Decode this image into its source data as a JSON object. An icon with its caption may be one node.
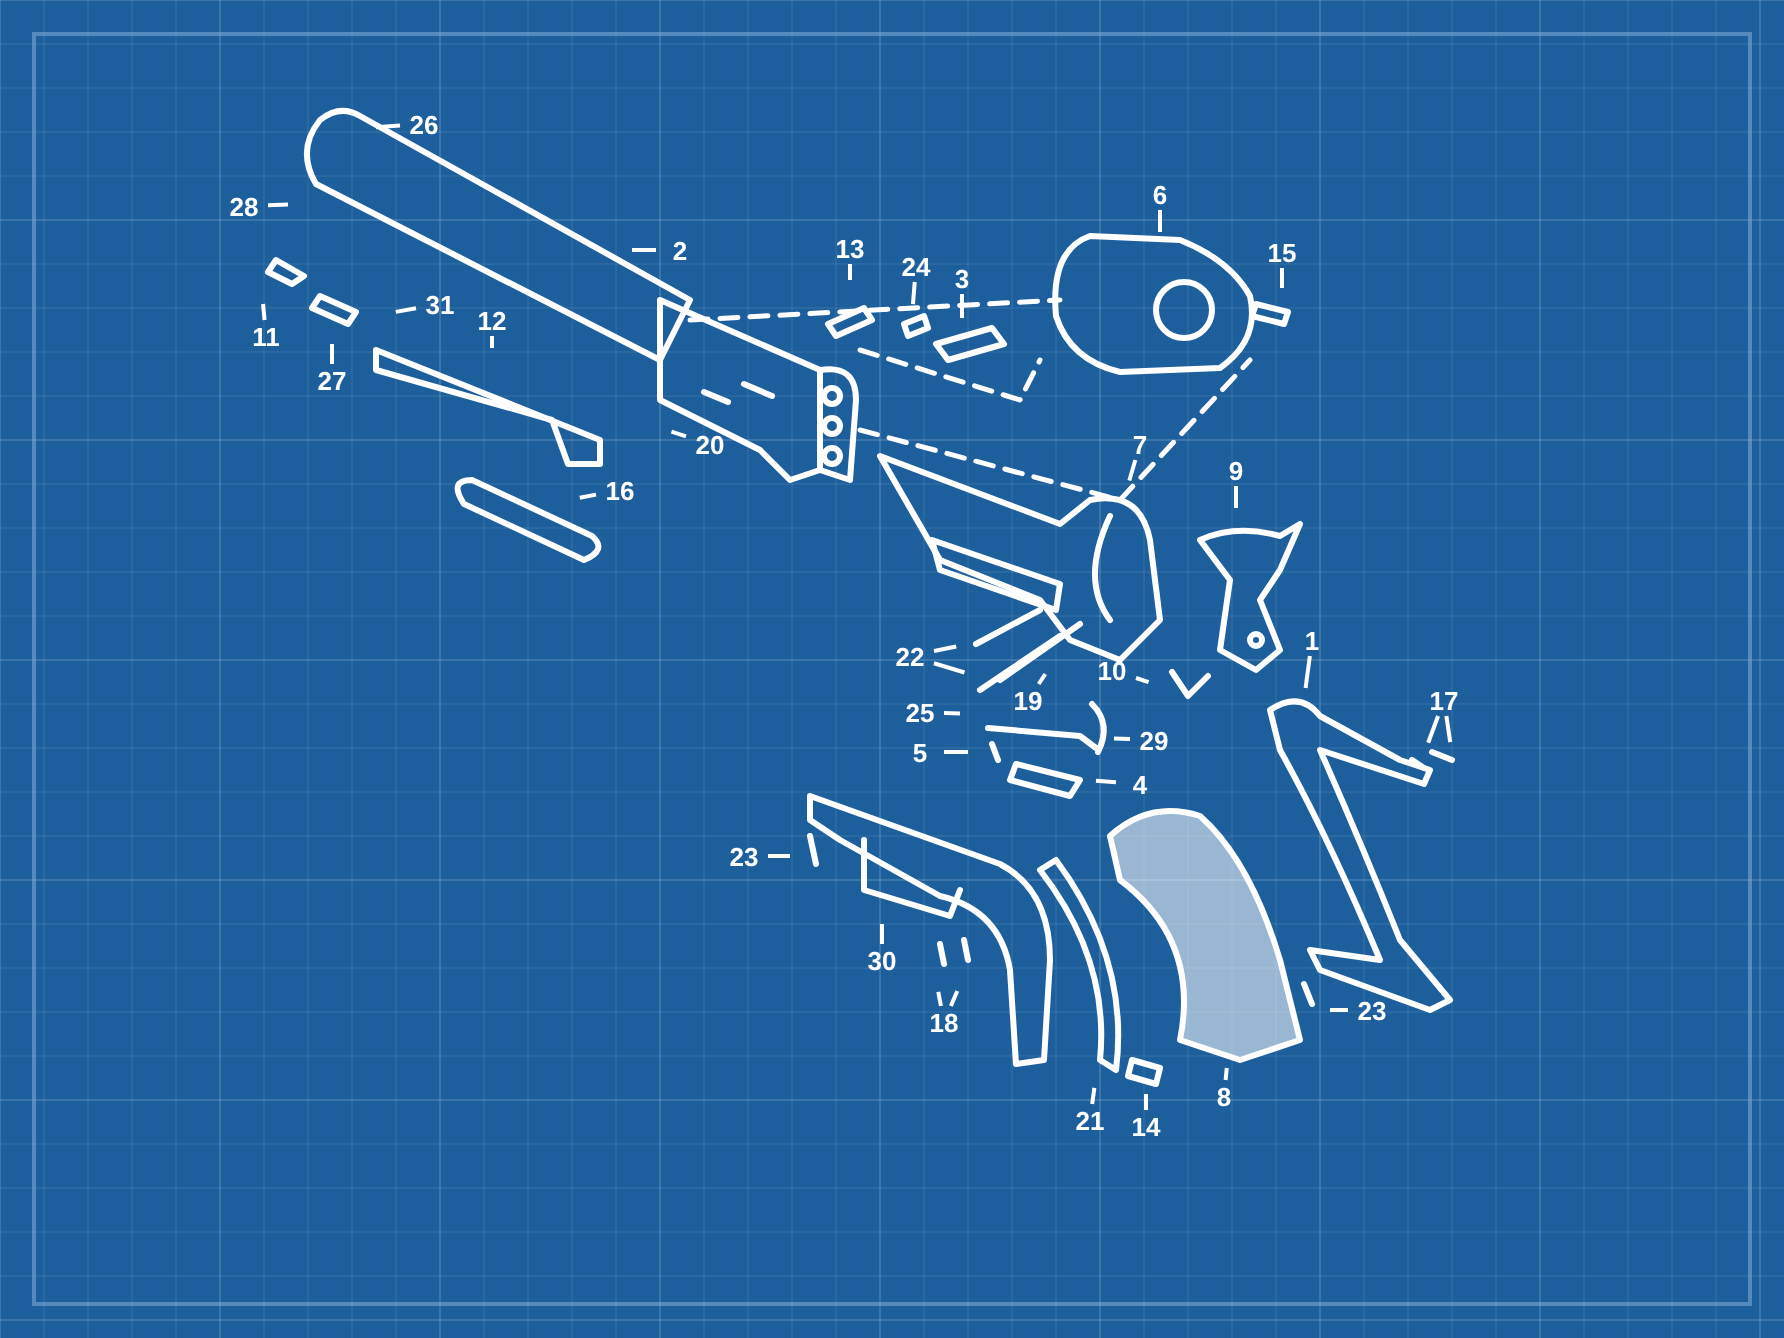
{
  "diagram": {
    "nodes": [
      {
        "text": [
          "26"
        ]
      },
      {
        "text": [
          "28"
        ]
      },
      {
        "text": [
          "2"
        ]
      },
      {
        "text": [
          "11"
        ]
      },
      {
        "text": [
          "27"
        ]
      },
      {
        "text": [
          "31"
        ]
      },
      {
        "text": [
          "12"
        ]
      },
      {
        "text": [
          "20"
        ]
      },
      {
        "text": [
          "16"
        ]
      },
      {
        "text": [
          "13"
        ]
      },
      {
        "text": [
          "24"
        ]
      },
      {
        "text": [
          "3"
        ]
      },
      {
        "text": [
          "6"
        ]
      },
      {
        "text": [
          "15"
        ]
      },
      {
        "text": [
          "7"
        ]
      },
      {
        "text": [
          "9"
        ]
      },
      {
        "text": [
          "22"
        ]
      },
      {
        "text": [
          "25"
        ]
      },
      {
        "text": [
          "19"
        ]
      },
      {
        "text": [
          "10"
        ]
      },
      {
        "text": [
          "29"
        ]
      },
      {
        "text": [
          "5"
        ]
      },
      {
        "text": [
          "4"
        ]
      },
      {
        "text": [
          "1"
        ]
      },
      {
        "text": [
          "17"
        ]
      },
      {
        "text": [
          "23"
        ]
      },
      {
        "text": [
          "30"
        ]
      },
      {
        "text": [
          "18"
        ]
      },
      {
        "text": [
          "21"
        ]
      },
      {
        "text": [
          "14"
        ]
      },
      {
        "text": [
          "8"
        ]
      },
      {
        "text": [
          "23"
        ]
      }
    ],
    "edges": [
      {
        "from": 0,
        "to": null,
        "arrow": "none"
      },
      {
        "from": 1,
        "to": null,
        "arrow": "none"
      },
      {
        "from": 2,
        "to": null,
        "arrow": "none"
      },
      {
        "from": 3,
        "to": null,
        "arrow": "none"
      },
      {
        "from": 4,
        "to": null,
        "arrow": "none"
      },
      {
        "from": 5,
        "to": null,
        "arrow": "none"
      },
      {
        "from": 6,
        "to": null,
        "arrow": "none"
      },
      {
        "from": 7,
        "to": null,
        "arrow": "none"
      },
      {
        "from": 8,
        "to": null,
        "arrow": "none"
      },
      {
        "from": 9,
        "to": null,
        "arrow": "none"
      },
      {
        "from": 10,
        "to": null,
        "arrow": "none"
      },
      {
        "from": 11,
        "to": null,
        "arrow": "none"
      },
      {
        "from": 12,
        "to": null,
        "arrow": "none"
      },
      {
        "from": 13,
        "to": null,
        "arrow": "none"
      },
      {
        "from": 14,
        "to": null,
        "arrow": "none"
      },
      {
        "from": 15,
        "to": null,
        "arrow": "none"
      },
      {
        "from": 16,
        "to": null,
        "arrow": "none"
      },
      {
        "from": 16,
        "to": null,
        "arrow": "none"
      },
      {
        "from": 17,
        "to": null,
        "arrow": "none"
      },
      {
        "from": 18,
        "to": null,
        "arrow": "none"
      },
      {
        "from": 19,
        "to": null,
        "arrow": "none"
      },
      {
        "from": 20,
        "to": null,
        "arrow": "none"
      },
      {
        "from": 21,
        "to": null,
        "arrow": "none"
      },
      {
        "from": 22,
        "to": null,
        "arrow": "none"
      },
      {
        "from": 23,
        "to": null,
        "arrow": "none"
      },
      {
        "from": 24,
        "to": null,
        "arrow": "none"
      },
      {
        "from": 24,
        "to": null,
        "arrow": "none"
      },
      {
        "from": 25,
        "to": null,
        "arrow": "none"
      },
      {
        "from": 26,
        "to": null,
        "arrow": "none"
      },
      {
        "from": 27,
        "to": null,
        "arrow": "none"
      },
      {
        "from": 27,
        "to": null,
        "arrow": "none"
      },
      {
        "from": 28,
        "to": null,
        "arrow": "none"
      },
      {
        "from": 29,
        "to": null,
        "arrow": "none"
      },
      {
        "from": 30,
        "to": null,
        "arrow": "none"
      },
      {
        "from": 31,
        "to": null,
        "arrow": "none"
      }
    ]
  }
}
